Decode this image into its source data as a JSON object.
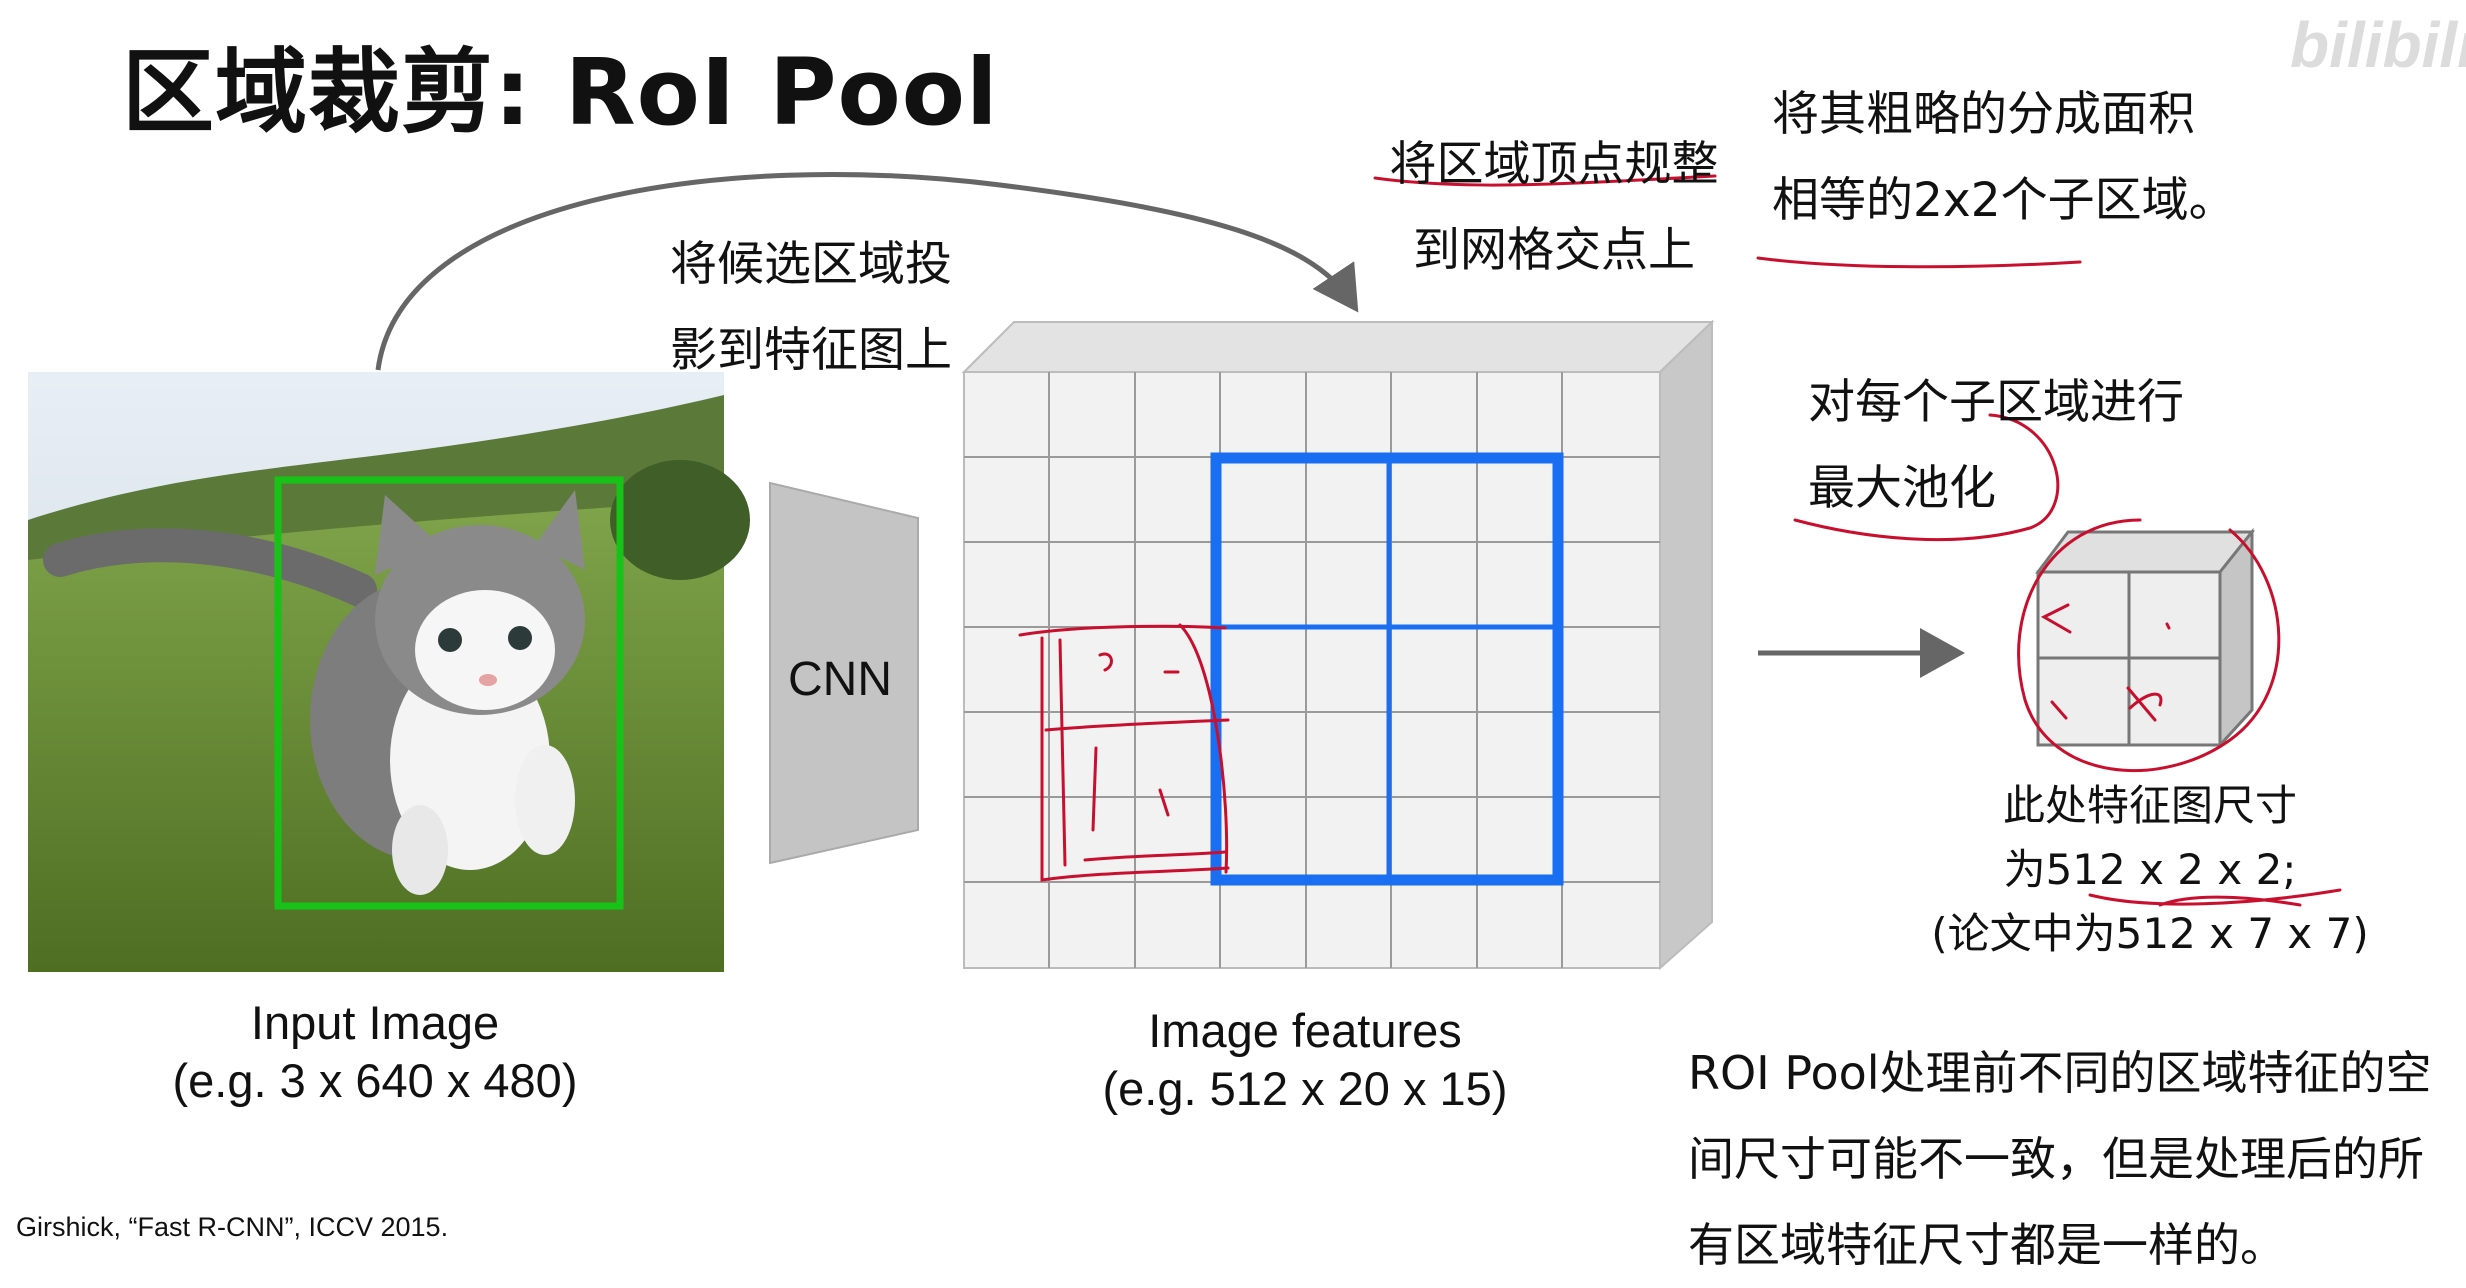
{
  "title": "区域裁剪: RoI Pool",
  "watermark": "bilibili",
  "project_label": [
    "将候选区域投",
    "影到特征图上"
  ],
  "snap_label": [
    "将区域顶点规整",
    "到网格交点上"
  ],
  "divide_label": [
    "将其粗略的分成面积",
    "相等的2x2个子区域。"
  ],
  "maxpool_label": [
    "对每个子区域进行",
    "最大池化"
  ],
  "cnn_label": "CNN",
  "input_caption": [
    "Input Image",
    "(e.g. 3 x 640 x 480)"
  ],
  "features_caption": [
    "Image features",
    "(e.g. 512 x 20 x 15)"
  ],
  "output_caption": [
    "此处特征图尺寸",
    "为512 x 2 x 2;",
    "(论文中为512 x 7 x 7)"
  ],
  "summary": [
    "ROI Pool处理前不同的区域特征的空",
    "间尺寸可能不一致，但是处理后的所",
    "有区域特征尺寸都是一样的。"
  ],
  "citation": "Girshick, “Fast R-CNN”, ICCV 2015.",
  "colors": {
    "roi_box": "#18c318",
    "region_box": "#1a6ef2",
    "annotation_ink": "#c8102e",
    "grid_face": "#f2f2f2",
    "grid_side": "#c8c8c8",
    "cnn_block": "#c4c4c4"
  }
}
